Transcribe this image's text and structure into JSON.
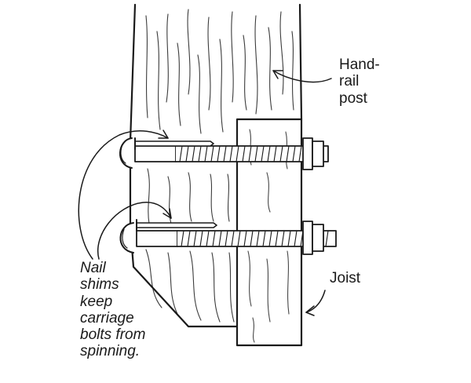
{
  "labels": {
    "handrail_post": [
      "Hand-",
      "rail",
      "post"
    ],
    "joist": "Joist",
    "nail_shims": [
      "Nail",
      "shims",
      "keep",
      "carriage",
      "bolts from",
      "spinning."
    ]
  },
  "colors": {
    "ink": "#1a1a1a",
    "paper": "#ffffff"
  }
}
